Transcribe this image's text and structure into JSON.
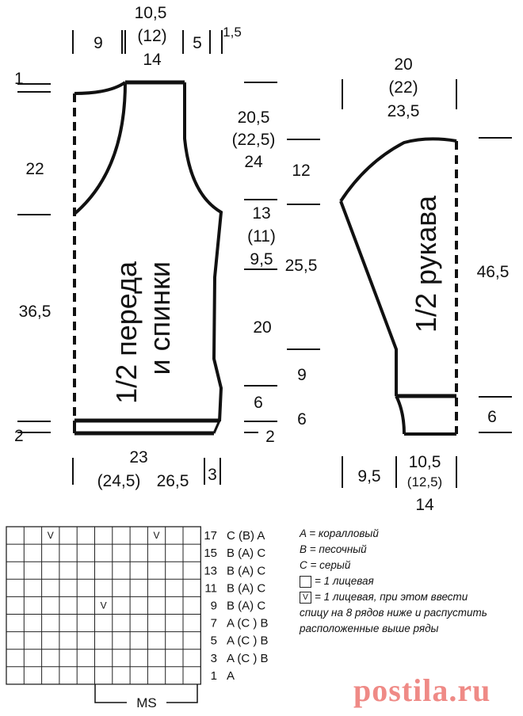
{
  "front_back": {
    "label_line1": "1/2 переда",
    "label_line2": "и спинки",
    "top": {
      "shoulder": "9",
      "neck_a": "10,5",
      "neck_b": "(12)",
      "neck_c": "14",
      "right": "5",
      "tiny": "1,5"
    },
    "left": {
      "top": "1",
      "armhole": "22",
      "body": "36,5",
      "bottom": "2"
    },
    "right": {
      "h1": "20,5",
      "h2": "(22,5)",
      "h3": "24",
      "w1": "13",
      "w2": "(11)",
      "w3": "9,5",
      "total": "25,5",
      "mid": "20",
      "low": "6",
      "bot": "2"
    },
    "bottom": {
      "a": "23",
      "b": "(24,5)",
      "c": "26,5",
      "d": "3"
    }
  },
  "sleeve": {
    "label": "1/2 рукава",
    "top": {
      "a": "20",
      "b": "(22)",
      "c": "23,5"
    },
    "cap": "12",
    "length": "46,5",
    "cuff_step": "9",
    "cuff": "6",
    "bottom": {
      "a": "9,5",
      "b": "10,5",
      "c": "(12,5)",
      "d": "14"
    }
  },
  "chart": {
    "rows": [
      {
        "n": "17",
        "txt": "C  (B)  A"
      },
      {
        "n": "15",
        "txt": "B  (A)  C"
      },
      {
        "n": "13",
        "txt": "B  (A)  C"
      },
      {
        "n": "11",
        "txt": "B  (A)  C"
      },
      {
        "n": "9",
        "txt": "B  (A)  C"
      },
      {
        "n": "7",
        "txt": "A  (C )  B"
      },
      {
        "n": "5",
        "txt": "A  (C )  B"
      },
      {
        "n": "3",
        "txt": "A  (C )  B"
      },
      {
        "n": "1",
        "txt": "A"
      }
    ],
    "v_mark": "V",
    "repeat_label": "MS"
  },
  "legend": {
    "a": "A = коралловый",
    "b": "B = песочный",
    "c": "C = серый",
    "box_text": "= 1 лицевая",
    "v_text1": "= 1 лицевая, при этом ввести",
    "v_text2": "спицу на 8 рядов ниже и распустить",
    "v_text3": "расположенные выше ряды"
  },
  "brand": "postila.ru"
}
